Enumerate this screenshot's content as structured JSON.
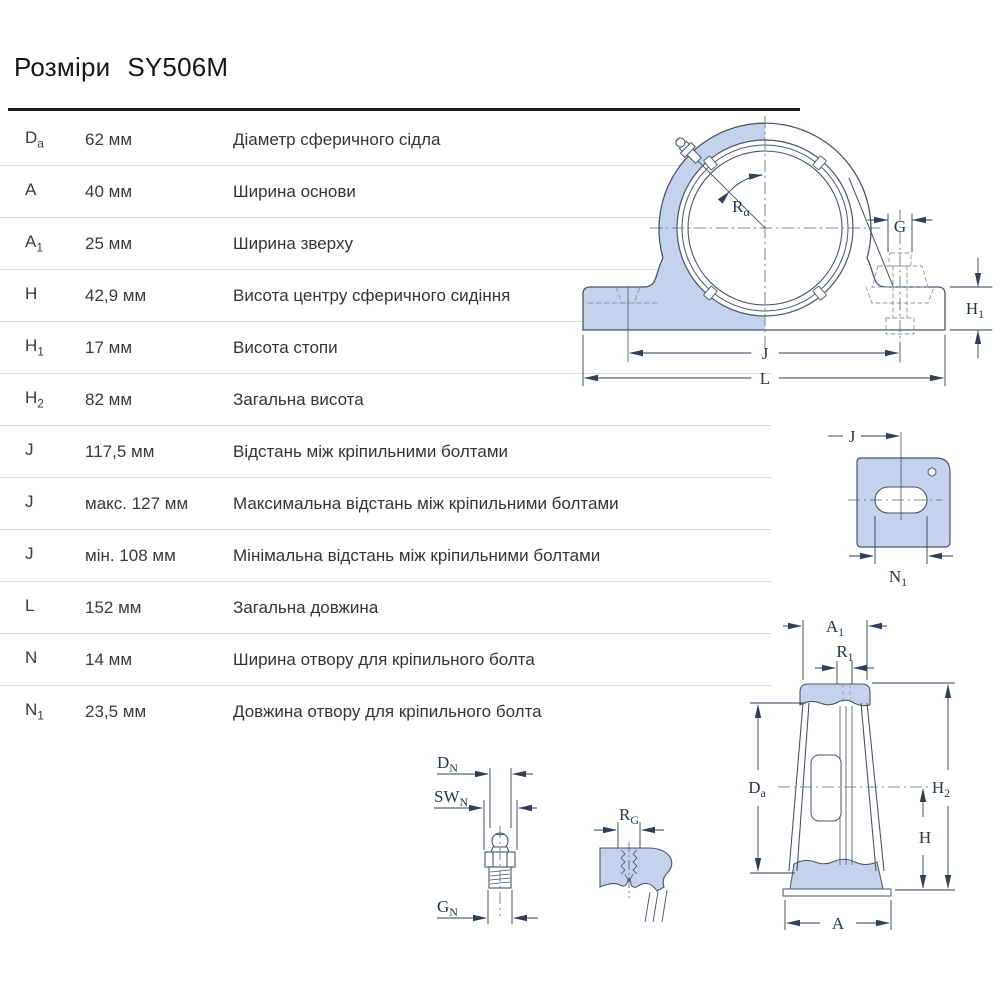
{
  "header": {
    "title_prefix": "Розміри",
    "title_model": "SY506M"
  },
  "table": {
    "rows": [
      {
        "sym": "D",
        "sub": "a",
        "value": "62 мм",
        "desc": "Діаметр сферичного сідла"
      },
      {
        "sym": "A",
        "sub": "",
        "value": "40 мм",
        "desc": "Ширина основи"
      },
      {
        "sym": "A",
        "sub": "1",
        "value": "25 мм",
        "desc": "Ширина зверху"
      },
      {
        "sym": "H",
        "sub": "",
        "value": "42,9 мм",
        "desc": "Висота центру сферичного сидіння"
      },
      {
        "sym": "H",
        "sub": "1",
        "value": "17 мм",
        "desc": "Висота стопи"
      },
      {
        "sym": "H",
        "sub": "2",
        "value": "82 мм",
        "desc": "Загальна висота"
      },
      {
        "sym": "J",
        "sub": "",
        "value": "117,5 мм",
        "desc": "Відстань між кріпильними болтами"
      },
      {
        "sym": "J",
        "sub": "",
        "value": "макс. 127 мм",
        "desc": "Максимальна відстань між кріпильними болтами"
      },
      {
        "sym": "J",
        "sub": "",
        "value": "мін. 108 мм",
        "desc": "Мінімальна відстань між кріпильними болтами"
      },
      {
        "sym": "L",
        "sub": "",
        "value": "152 мм",
        "desc": "Загальна довжина"
      },
      {
        "sym": "N",
        "sub": "",
        "value": "14 мм",
        "desc": "Ширина отвору для кріпильного болта"
      },
      {
        "sym": "N",
        "sub": "1",
        "value": "23,5 мм",
        "desc": "Довжина отвору для кріпильного болта"
      }
    ]
  },
  "drawings": {
    "colors": {
      "fill": "#c5d2ec",
      "stroke": "#4a5568",
      "dim": "#333f55"
    },
    "front": {
      "labels": {
        "r_alpha": {
          "b": "R",
          "s": "α"
        },
        "g": {
          "b": "G",
          "s": ""
        },
        "h1": {
          "b": "H",
          "s": "1"
        },
        "j": {
          "b": "J",
          "s": ""
        },
        "l": {
          "b": "L",
          "s": ""
        }
      }
    },
    "base": {
      "labels": {
        "j": {
          "b": "J",
          "s": ""
        },
        "n1": {
          "b": "N",
          "s": "1"
        }
      }
    },
    "side": {
      "labels": {
        "a1": {
          "b": "A",
          "s": "1"
        },
        "r1": {
          "b": "R",
          "s": "1"
        },
        "da": {
          "b": "D",
          "s": "a"
        },
        "h2": {
          "b": "H",
          "s": "2"
        },
        "h": {
          "b": "H",
          "s": ""
        },
        "a": {
          "b": "A",
          "s": ""
        }
      }
    },
    "nipple": {
      "labels": {
        "dn": {
          "b": "D",
          "s": "N"
        },
        "swn": {
          "b": "SW",
          "s": "N"
        },
        "gn": {
          "b": "G",
          "s": "N"
        }
      }
    },
    "thread": {
      "labels": {
        "rg": {
          "b": "R",
          "s": "G"
        }
      }
    }
  }
}
